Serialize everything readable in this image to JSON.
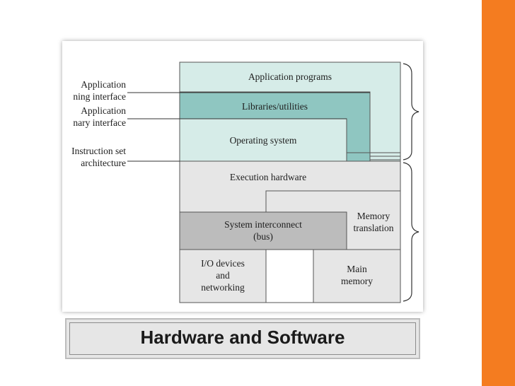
{
  "slide": {
    "title": "Hardware and Software",
    "accent_color": "#f47c20"
  },
  "diagram": {
    "layers": {
      "application_programs": "Application programs",
      "libraries_utilities": "Libraries/utilities",
      "operating_system": "Operating system",
      "execution_hardware": "Execution hardware",
      "memory_translation_line1": "Memory",
      "memory_translation_line2": "translation",
      "system_interconnect_line1": "System interconnect",
      "system_interconnect_line2": "(bus)",
      "io_line1": "I/O devices",
      "io_line2": "and",
      "io_line3": "networking",
      "main_memory_line1": "Main",
      "main_memory_line2": "memory"
    },
    "interfaces": {
      "api_line1": "Application",
      "api_line2": "ning interface",
      "abi_line1": "Application",
      "abi_line2": "nary interface",
      "isa_line1": "Instruction set",
      "isa_line2": "architecture"
    },
    "colors": {
      "software_fill": "#d6ece8",
      "library_fill": "#8fc6c1",
      "hardware_fill": "#e6e6e6",
      "interconnect_fill": "#bcbcbc"
    }
  }
}
